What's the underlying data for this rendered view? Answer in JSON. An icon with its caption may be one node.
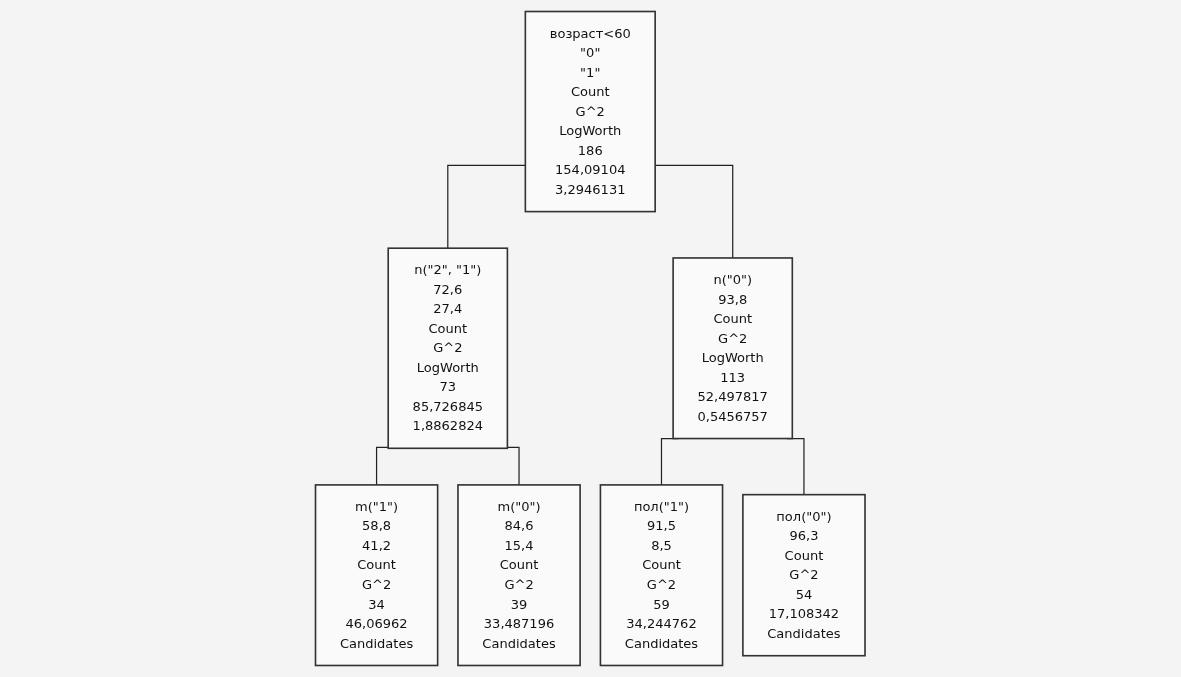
{
  "diagram": {
    "nodes": [
      {
        "text": [
          "возраст<60",
          "\"0\"",
          "\"1\"",
          "Count",
          "G^2",
          "LogWorth",
          "186",
          "154,09104",
          "3,2946131"
        ]
      },
      {
        "text": [
          "n(\"2\", \"1\")",
          "72,6",
          "27,4",
          "Count",
          "G^2",
          "LogWorth",
          "73",
          "85,726845",
          "1,8862824"
        ]
      },
      {
        "text": [
          "n(\"0\")",
          "93,8",
          "Count",
          "G^2",
          "LogWorth",
          "113",
          "52,497817",
          "0,5456757"
        ]
      },
      {
        "text": [
          "m(\"1\")",
          "58,8",
          "41,2",
          "Count",
          "G^2",
          "34",
          "46,06962",
          "Candidates"
        ]
      },
      {
        "text": [
          "m(\"0\")",
          "84,6",
          "15,4",
          "Count",
          "G^2",
          "39",
          "33,487196",
          "Candidates"
        ]
      },
      {
        "text": [
          "пол(\"1\")",
          "91,5",
          "8,5",
          "Count",
          "G^2",
          "59",
          "34,244762",
          "Candidates"
        ]
      },
      {
        "text": [
          "пол(\"0\")",
          "96,3",
          "Count",
          "G^2",
          "54",
          "17,108342",
          "Candidates"
        ]
      }
    ],
    "edges": [
      {
        "from": 0,
        "to": 1,
        "arrow": "none"
      },
      {
        "from": 0,
        "to": 2,
        "arrow": "none"
      },
      {
        "from": 1,
        "to": 3,
        "arrow": "none"
      },
      {
        "from": 1,
        "to": 4,
        "arrow": "none"
      },
      {
        "from": 2,
        "to": 5,
        "arrow": "none"
      },
      {
        "from": 2,
        "to": 6,
        "arrow": "none"
      }
    ]
  }
}
